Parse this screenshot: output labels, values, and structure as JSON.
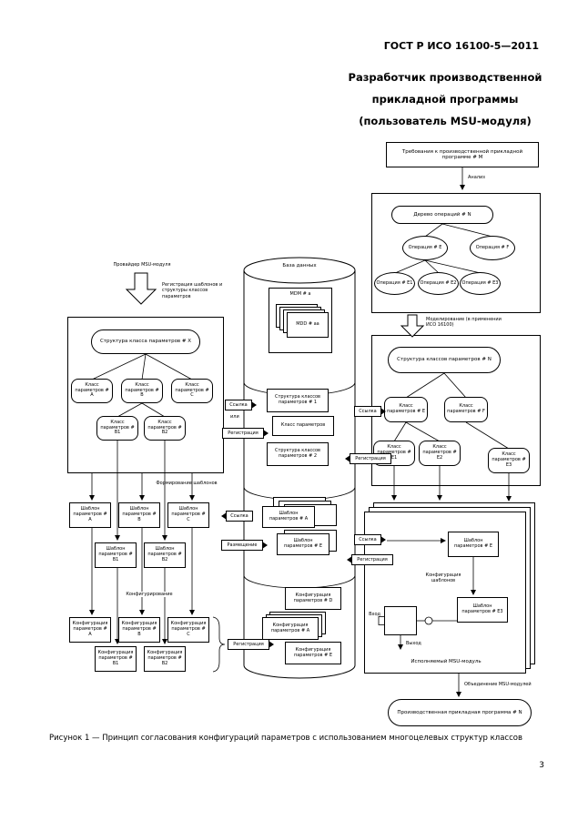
{
  "page": {
    "header": "ГОСТ Р ИСО 16100-5—2011",
    "title1": "Разработчик производственной",
    "title2": "прикладной программы",
    "title3": "(пользователь MSU-модуля)",
    "caption": "Рисунок 1 — Принцип согласования конфигураций параметров с использованием многоцелевых структур классов",
    "page_number": "3"
  },
  "labels": {
    "provider": "Провайдер MSU-модуля",
    "register_note": "Регистрация шаблонов и структуры классов параметров",
    "analysis": "Анализ",
    "modeling": "Моделирование (в применении ИСО 16100)",
    "link": "Ссылка",
    "or": "или",
    "register": "Регистрация",
    "store": "Размещение",
    "template_gen": "Формирование шаблонов",
    "configuring": "Конфигурирование",
    "template_config": "Конфигурация шаблонов",
    "input": "Вход",
    "output": "Выход",
    "executable": "Исполняемый MSU-модуль",
    "composition": "Объединение MSU-модулей",
    "database": "База данных"
  },
  "requirements": "Требования к производственной прикладной программе # М",
  "operations": {
    "root": "Дерево операций # N",
    "e": "Операция # Е",
    "f": "Операция # F",
    "e1": "Операция # Е1",
    "e2": "Операция # Е2",
    "e3": "Операция # Е3"
  },
  "right_structure": {
    "root": "Структура классов параметров # N",
    "e": "Класс параметров # Е",
    "f": "Класс параметров # F",
    "e1": "Класс параметров # Е1",
    "e2": "Класс параметров # Е2",
    "e3": "Класс параметров # Е3"
  },
  "left_structure": {
    "root": "Структура класса параметров # Х",
    "a": "Класс параметров # А",
    "b": "Класс параметров # В",
    "c": "Класс параметров # С",
    "b1": "Класс параметров # В1",
    "b2": "Класс параметров # В2"
  },
  "database": {
    "mdm": "MDM # а",
    "mdd": "MDD # аа",
    "structure1": "Структура классов параметров # 1",
    "klass": "Класс параметров",
    "structure2": "Структура классов параметров # 2",
    "template_a": "Шаблон параметров # А",
    "template_e": "Шаблон параметров # Е",
    "config_d": "Конфигурация параметров # D",
    "config_a": "Конфигурация параметров # А",
    "config_e": "Конфигурация параметров # Е"
  },
  "templates": {
    "a": "Шаблон параметров # А",
    "b": "Шаблон параметров # В",
    "c": "Шаблон параметров # С",
    "b1": "Шаблон параметров # В1",
    "b2": "Шаблон параметров # В2"
  },
  "configs": {
    "a": "Конфигурация параметров # А",
    "b": "Конфигурация параметров # В",
    "c": "Конфигурация параметров # С",
    "b1": "Конфигурация параметров # В1",
    "b2": "Конфигурация параметров # В2"
  },
  "exec": {
    "template_e": "Шаблон параметров # Е",
    "template_e3": "Шаблон параметров # Е3"
  },
  "application": "Производственная прикладная программа # N"
}
